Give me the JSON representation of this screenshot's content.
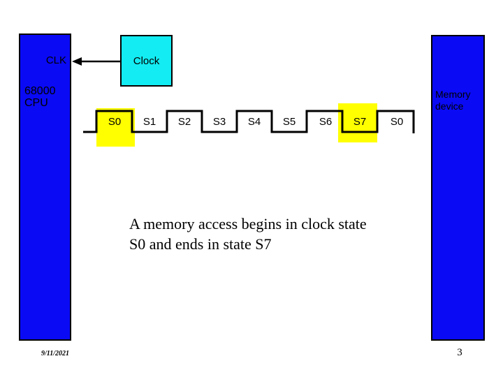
{
  "slide": {
    "cpu": {
      "pin_label": "CLK",
      "label": "68000 CPU"
    },
    "clock_box": {
      "label": "Clock"
    },
    "memory": {
      "label": "Memory device"
    },
    "waveform": {
      "states": [
        "S0",
        "S1",
        "S2",
        "S3",
        "S4",
        "S5",
        "S6",
        "S7",
        "S0"
      ],
      "highlighted_states": [
        "S0",
        "S7"
      ]
    },
    "caption": "A memory access begins in clock state S0 and ends in state S7",
    "footer": {
      "date": "9/11/2021",
      "page_number": "3"
    },
    "colors": {
      "block_blue": "#0a0af5",
      "clock_cyan": "#12ecf2",
      "highlight_yellow": "#ffff00",
      "line_black": "#000000"
    }
  }
}
